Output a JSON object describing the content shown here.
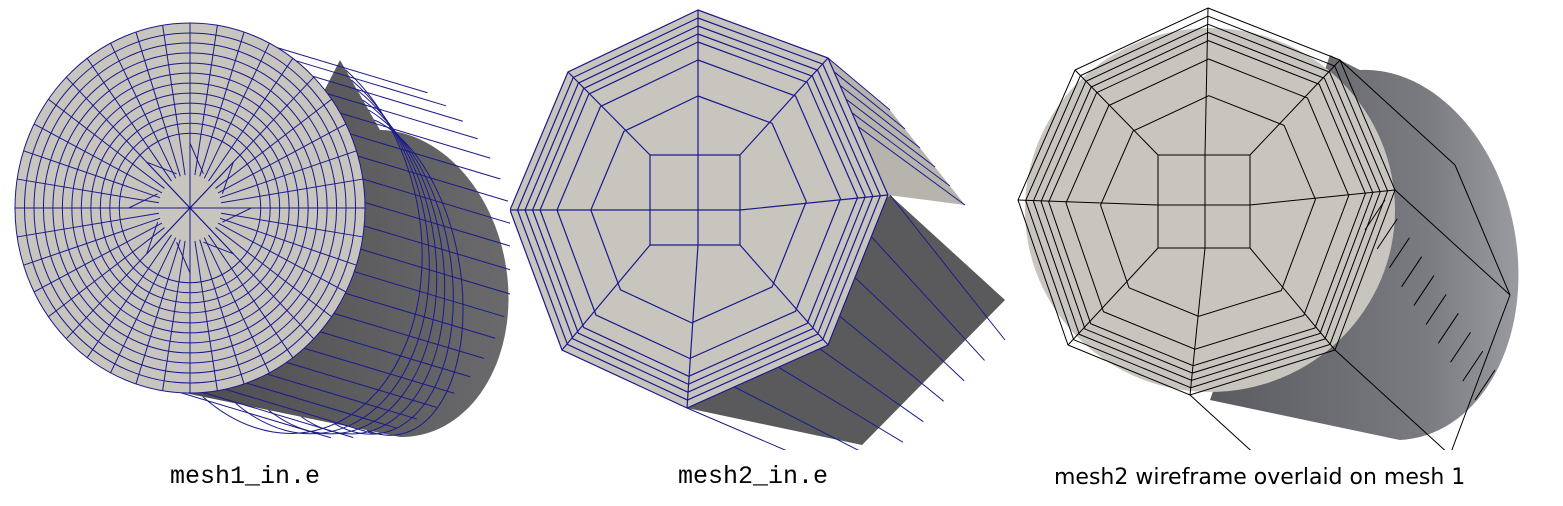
{
  "panels": [
    {
      "caption": "mesh1_in.e"
    },
    {
      "caption": "mesh2_in.e"
    },
    {
      "caption": "mesh2 wireframe overlaid on mesh 1"
    }
  ],
  "colors": {
    "face": "#c8c4be",
    "side": "#5a5a5c",
    "mesh_line": "#1a1a8c",
    "wire_line": "#000000"
  }
}
